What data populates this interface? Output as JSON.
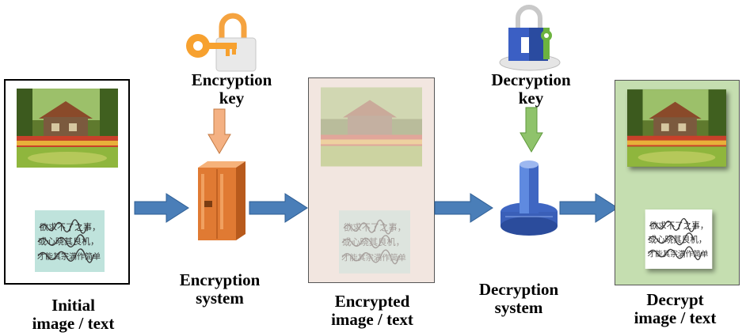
{
  "diagram": {
    "stages": {
      "initial": {
        "line1": "Initial",
        "line2": "image / text"
      },
      "encryption_key": {
        "line1": "Encryption",
        "line2": "key"
      },
      "encryption_system": {
        "line1": "Encryption",
        "line2": "system"
      },
      "encrypted": {
        "line1": "Encrypted",
        "line2": "image / text"
      },
      "decryption_key": {
        "line1": "Decryption",
        "line2": "key"
      },
      "decryption_system": {
        "line1": "Decryption",
        "line2": "system"
      },
      "decrypted": {
        "line1": "Decrypt",
        "line2": "image / text"
      }
    },
    "handwriting_text": {
      "line1": "欲求不了之事，",
      "line2": "或心晓其良机，",
      "line3": "才能其宗满作简单"
    },
    "colors": {
      "flow_arrow": "#4a7eb8",
      "key_arrow_orange": "#f4b183",
      "key_arrow_green": "#8fc36b",
      "encrypted_panel": "#f2e6e0",
      "decrypted_panel": "#c5deb0",
      "encryption_server": "#e07a33",
      "decryption_device": "#4a74c8"
    },
    "icons": {
      "encryption_key": "key-lock-icon",
      "encryption_system": "server-cabinet-icon",
      "decryption_key": "padlock-icon",
      "decryption_system": "decryption-device-icon"
    }
  }
}
